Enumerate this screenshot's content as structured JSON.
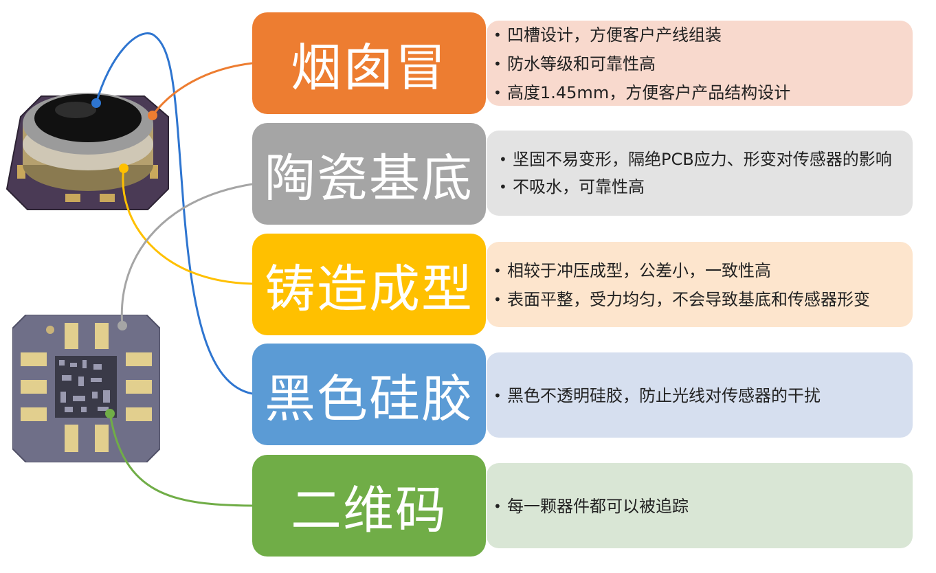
{
  "colors": {
    "orange": "#ED7D31",
    "gray": "#A5A5A5",
    "yellow": "#FFC000",
    "blue": "#5B9BD5",
    "green": "#70AD47",
    "orange_light": "#F8D9CD",
    "gray_light": "#E3E3E3",
    "yellow_light": "#FDE5CD",
    "blue_light": "#D6DFEF",
    "green_light": "#D9E6D5"
  },
  "rows": [
    {
      "label": "烟囱冒",
      "bullets": [
        "凹槽设计，方便客户产线组装",
        "防水等级和可靠性高",
        "高度1.45mm，方便客户产品结构设计"
      ]
    },
    {
      "label": "陶瓷基底",
      "bullets": [
        "坚固不易变形，隔绝PCB应力、形变对传感器的影响",
        "不吸水，可靠性高"
      ]
    },
    {
      "label": "铸造成型",
      "bullets": [
        "相较于冲压成型，公差小，一致性高",
        "表面平整，受力均匀，不会导致基底和传感器形变"
      ]
    },
    {
      "label": "黑色硅胶",
      "bullets": [
        "黑色不透明硅胶，防止光线对传感器的干扰"
      ]
    },
    {
      "label": "二维码",
      "bullets": [
        "每一颗器件都可以被追踪"
      ]
    }
  ],
  "images": [
    {
      "icon": "pressure-sensor-top-icon"
    },
    {
      "icon": "pressure-sensor-bottom-icon"
    }
  ]
}
